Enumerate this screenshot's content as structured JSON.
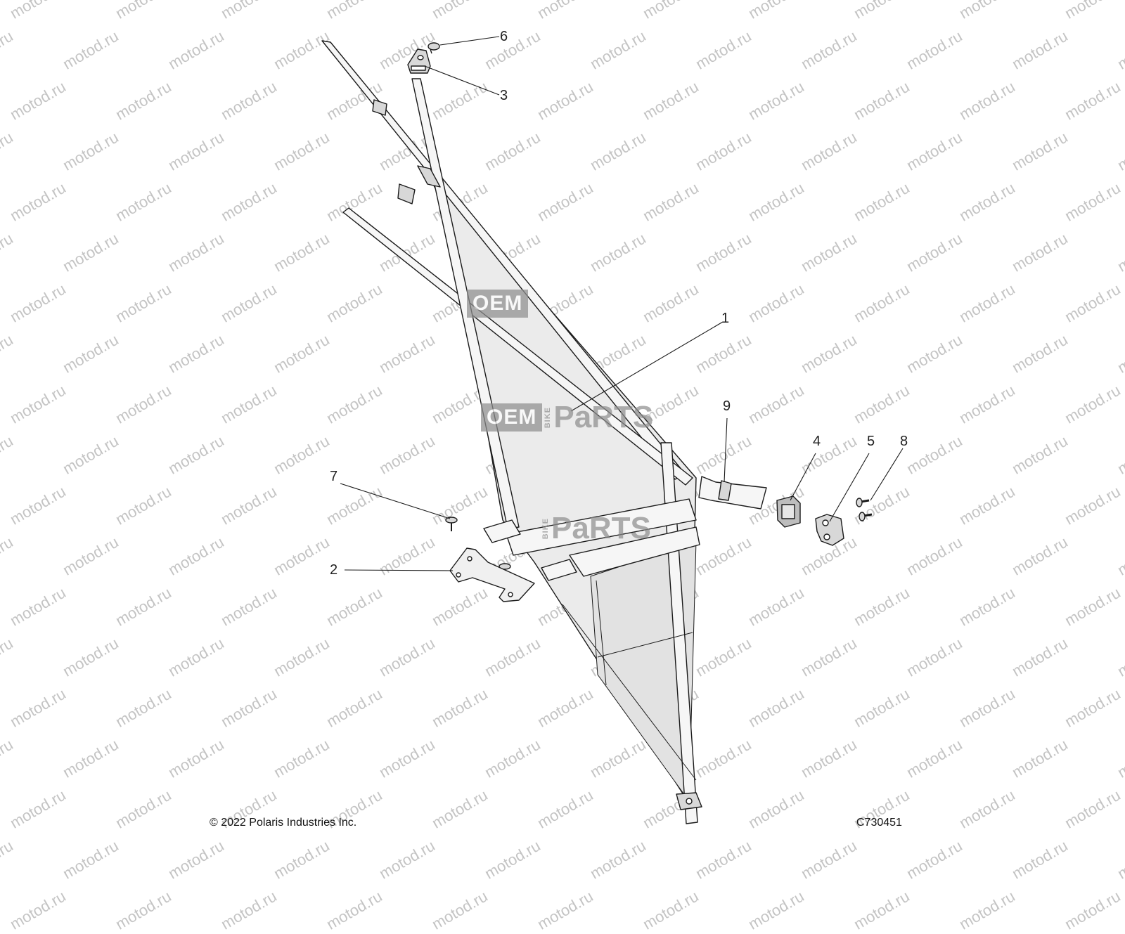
{
  "watermark": {
    "text": "motod.ru",
    "color": "#c4c4c4"
  },
  "logos": {
    "oem": "OEM",
    "bike": "BIKE",
    "parts": "PaRTS",
    "color": "#8f8f8f"
  },
  "callouts": {
    "c1": "1",
    "c2": "2",
    "c3": "3",
    "c4": "4",
    "c5": "5",
    "c6": "6",
    "c7": "7",
    "c8": "8",
    "c9": "9"
  },
  "footer": {
    "copyright": "© 2022 Polaris Industries Inc.",
    "figure_id": "C730451"
  },
  "colors": {
    "line": "#1a1a1a",
    "net_fill": "#ebebeb",
    "strap_fill": "#f6f6f6",
    "part_fill": "#d8d8d8"
  }
}
